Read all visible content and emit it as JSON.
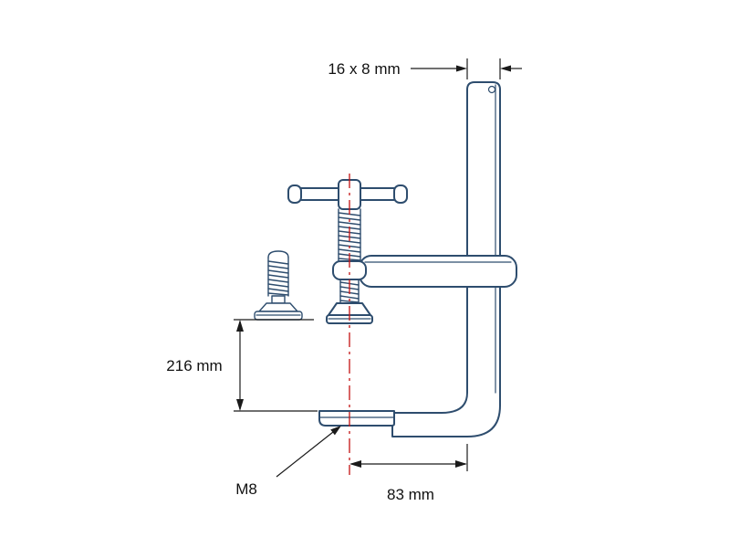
{
  "diagram": {
    "title": "clamp-technical-drawing",
    "labels": {
      "top_dim": "16 x 8 mm",
      "left_dim": "216 mm",
      "thread": "M8",
      "bottom_dim": "83 mm"
    },
    "colors": {
      "line": "#2e4d6e",
      "dimension": "#1a1a1a",
      "centerline": "#c41212",
      "background": "#ffffff"
    }
  }
}
